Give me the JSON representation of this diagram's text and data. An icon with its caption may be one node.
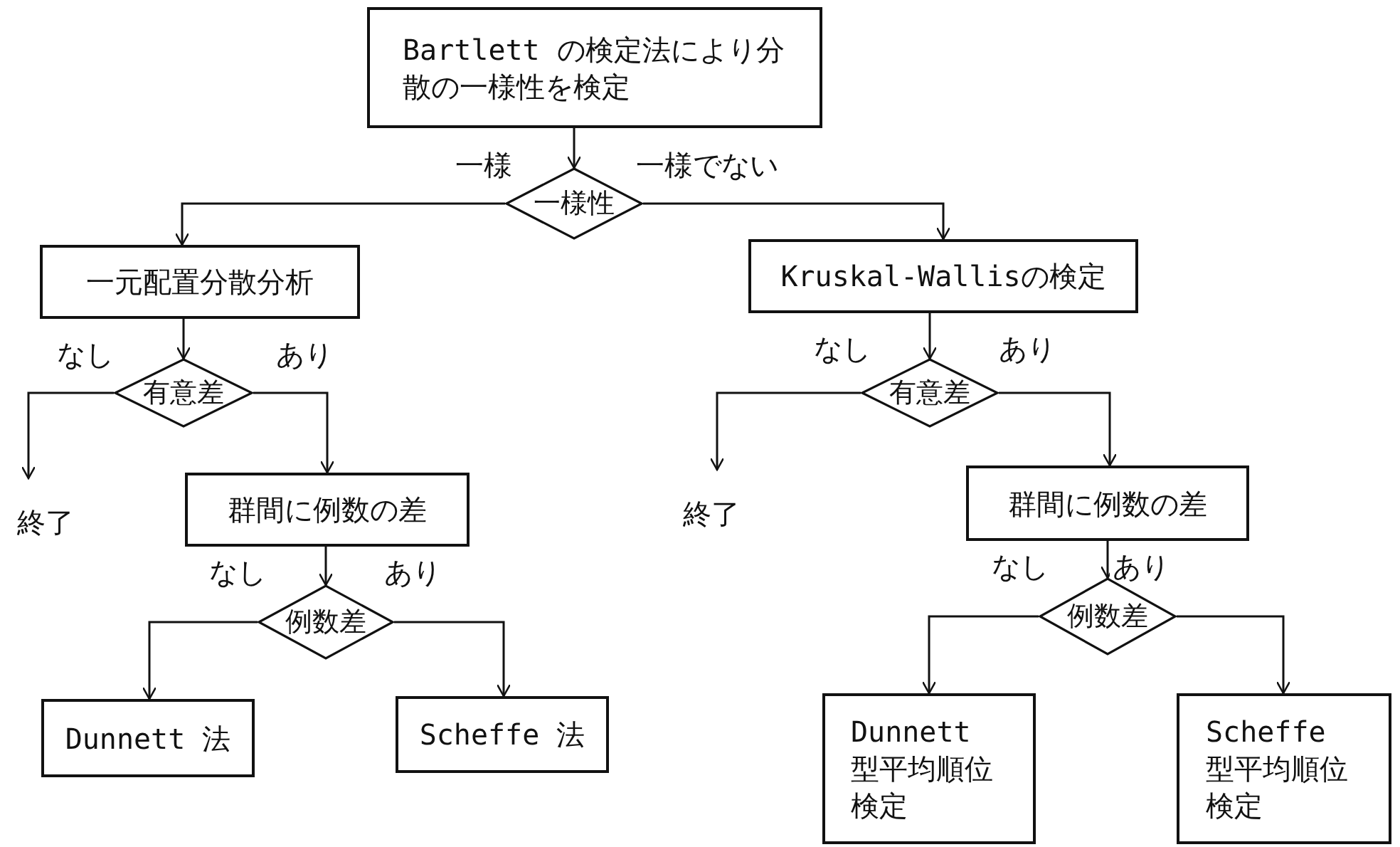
{
  "diagram": {
    "nodes": [
      {
        "text": [
          "Bartlett の検定法により分散の一様性を検定"
        ]
      },
      {
        "text": [
          "一様性"
        ]
      },
      {
        "text": [
          "一元配置分散分析"
        ]
      },
      {
        "text": [
          "Kruskal-Wallisの検定"
        ]
      },
      {
        "text": [
          "有意差"
        ]
      },
      {
        "text": [
          "終了"
        ]
      },
      {
        "text": [
          "群間に例数の差"
        ]
      },
      {
        "text": [
          "例数差"
        ]
      },
      {
        "text": [
          "Dunnett 法"
        ]
      },
      {
        "text": [
          "Scheffe 法"
        ]
      },
      {
        "text": [
          "有意差"
        ]
      },
      {
        "text": [
          "終了"
        ]
      },
      {
        "text": [
          "群間に例数の差"
        ]
      },
      {
        "text": [
          "例数差"
        ]
      },
      {
        "text": [
          "Dunnett 型平均順位検定"
        ]
      },
      {
        "text": [
          "Scheffe 型平均順位検定"
        ]
      }
    ],
    "edges": [
      {
        "from": 0,
        "to": 1,
        "arrow": "to"
      },
      {
        "from": 1,
        "to": 2,
        "arrow": "to",
        "label": "一様"
      },
      {
        "from": 1,
        "to": 3,
        "arrow": "to",
        "label": "一様でない"
      },
      {
        "from": 2,
        "to": 4,
        "arrow": "to"
      },
      {
        "from": 4,
        "to": 5,
        "arrow": "to",
        "label": "なし"
      },
      {
        "from": 4,
        "to": 6,
        "arrow": "to",
        "label": "あり"
      },
      {
        "from": 6,
        "to": 7,
        "arrow": "to"
      },
      {
        "from": 7,
        "to": 8,
        "arrow": "to",
        "label": "なし"
      },
      {
        "from": 7,
        "to": 9,
        "arrow": "to",
        "label": "あり"
      },
      {
        "from": 3,
        "to": 10,
        "arrow": "to"
      },
      {
        "from": 10,
        "to": 11,
        "arrow": "to",
        "label": "なし"
      },
      {
        "from": 10,
        "to": 12,
        "arrow": "to",
        "label": "あり"
      },
      {
        "from": 12,
        "to": 13,
        "arrow": "to"
      },
      {
        "from": 13,
        "to": 14,
        "arrow": "to",
        "label": "なし"
      },
      {
        "from": 13,
        "to": 15,
        "arrow": "to",
        "label": "あり"
      }
    ]
  }
}
